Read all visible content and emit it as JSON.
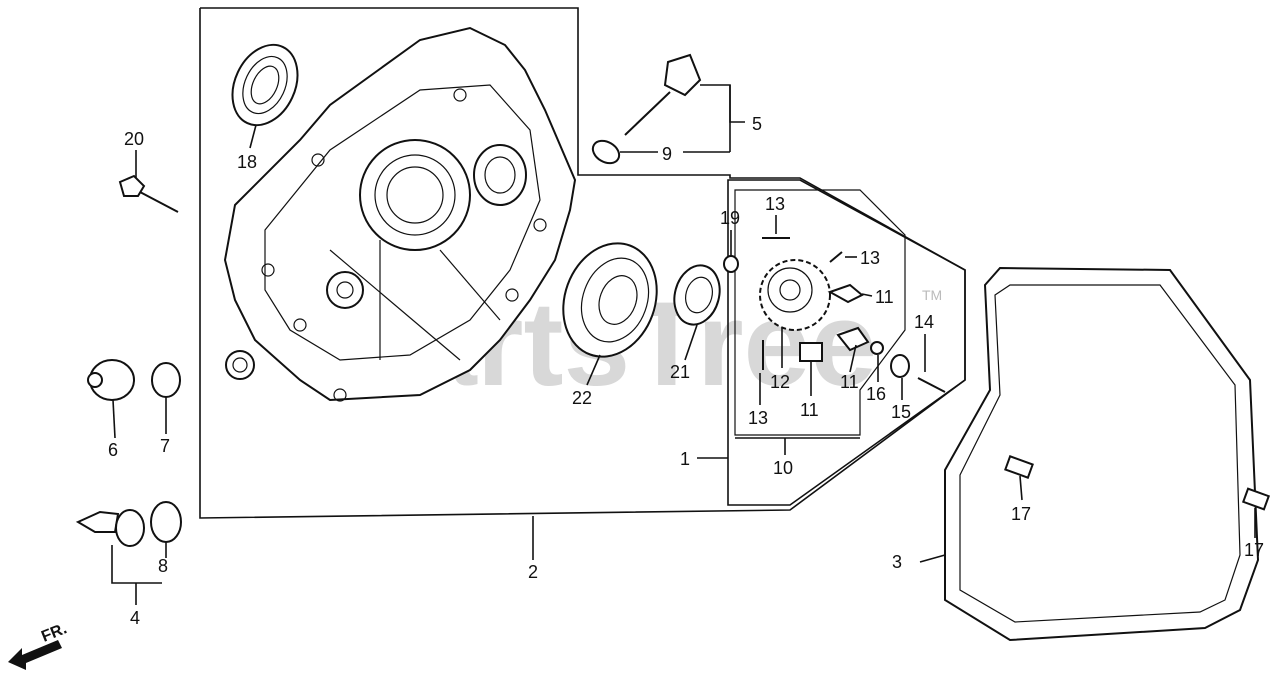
{
  "watermark": {
    "text": "PartsTree",
    "tm": "TM"
  },
  "front_marker": {
    "text": "FR."
  },
  "callouts": {
    "n1": "1",
    "n2": "2",
    "n3": "3",
    "n4": "4",
    "n5": "5",
    "n6": "6",
    "n7": "7",
    "n8": "8",
    "n9": "9",
    "n10": "10",
    "n11a": "11",
    "n11b": "11",
    "n11c": "11",
    "n12": "12",
    "n13a": "13",
    "n13b": "13",
    "n13c": "13",
    "n14": "14",
    "n15": "15",
    "n16": "16",
    "n17a": "17",
    "n17b": "17",
    "n18": "18",
    "n19": "19",
    "n20": "20",
    "n21": "21",
    "n22": "22"
  }
}
